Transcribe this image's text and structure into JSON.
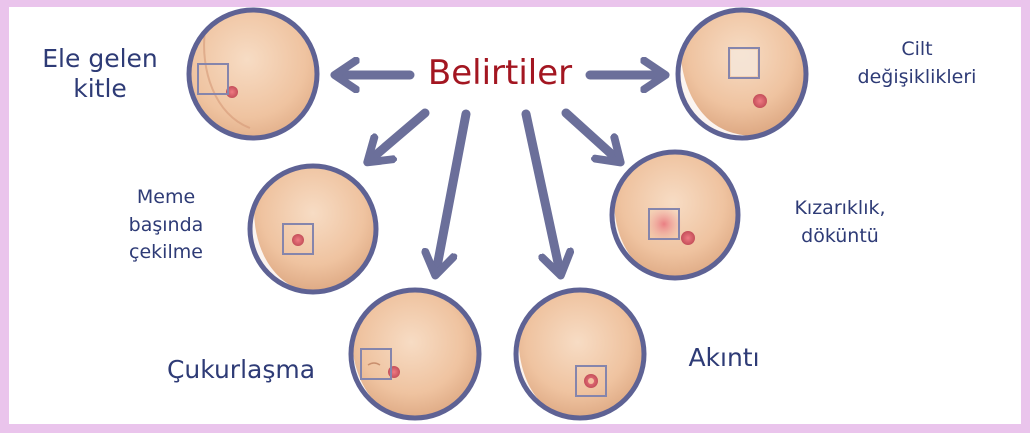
{
  "title": "Belirtiler",
  "symptoms": {
    "mass": [
      "Ele gelen",
      "kitle"
    ],
    "skin": [
      "Cilt",
      "değişiklikleri"
    ],
    "retraction": [
      "Meme",
      "başında",
      "çekilme"
    ],
    "redness": [
      "Kızarıklık,",
      "döküntü"
    ],
    "dimpling": [
      "Çukurlaşma"
    ],
    "discharge": [
      "Akıntı"
    ]
  },
  "colors": {
    "frame": "#eac4ec",
    "title": "#a31621",
    "label": "#2e3b76",
    "arrow": "#6b6f9a",
    "circle_border": "#5e6294",
    "skin": "#efc3a0",
    "highlight_box": "#8585ac"
  }
}
